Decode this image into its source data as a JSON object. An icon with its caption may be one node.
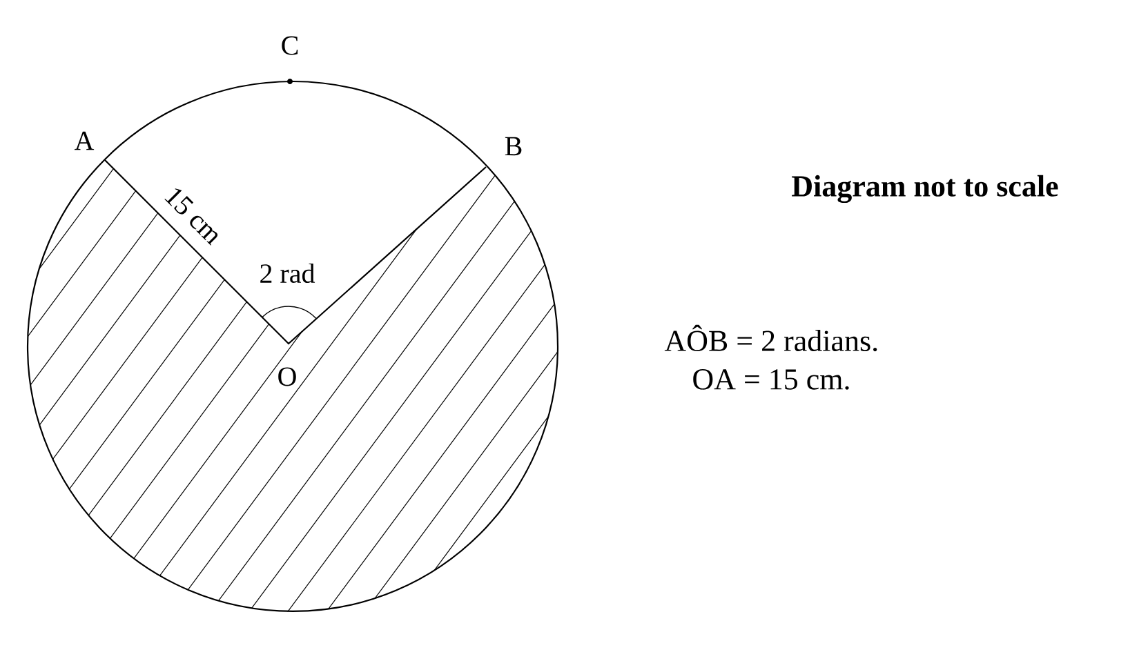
{
  "diagram": {
    "labels": [
      "C",
      "A",
      "B",
      "15 cm",
      "2 rad",
      "O",
      "Diagram not to scale",
      "AÔB = 2 radians.",
      "OA = 15 cm."
    ]
  }
}
